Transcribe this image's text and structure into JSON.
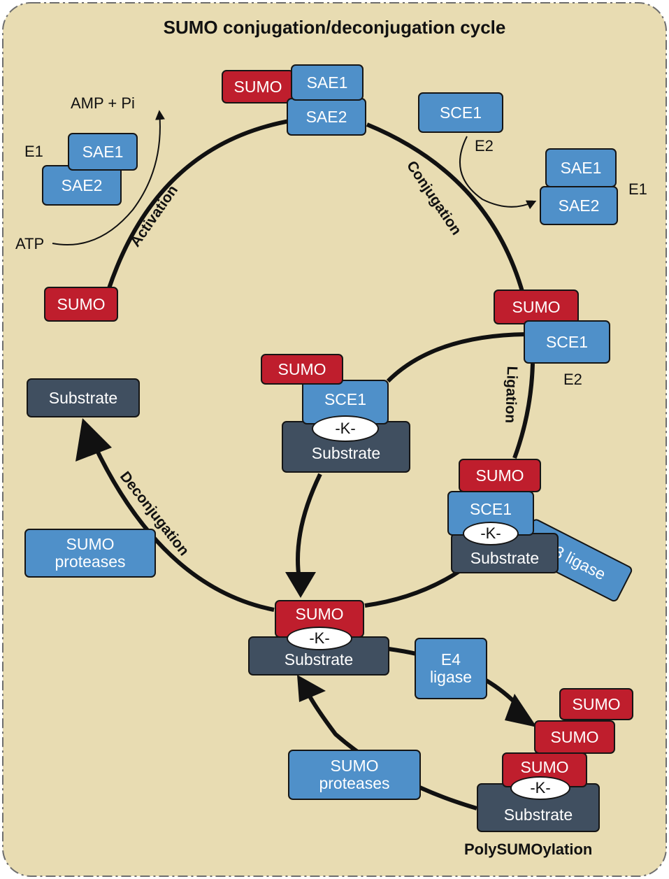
{
  "title": "SUMO conjugation/deconjugation cycle",
  "stage_labels": {
    "activation": "Activation",
    "conjugation": "Conjugation",
    "ligation": "Ligation",
    "deconjugation": "Deconjugation",
    "poly": "PolySUMOylation"
  },
  "text_labels": {
    "amp": "AMP + Pi",
    "atp": "ATP",
    "e1": "E1",
    "e2": "E2"
  },
  "proteins": {
    "sumo": "SUMO",
    "sae1": "SAE1",
    "sae2": "SAE2",
    "sce1": "SCE1",
    "substrate": "Substrate",
    "lysine": "-K-",
    "protease_line1": "SUMO",
    "protease_line2": "proteases",
    "e3": "E3 ligase",
    "e4_line1": "E4",
    "e4_line2": "ligase"
  },
  "colors": {
    "background": "#e8dcb2",
    "sumo": "#bf1e2d",
    "enzyme": "#4f90c9",
    "substrate": "#404f60",
    "lysine": "#ffffff"
  }
}
